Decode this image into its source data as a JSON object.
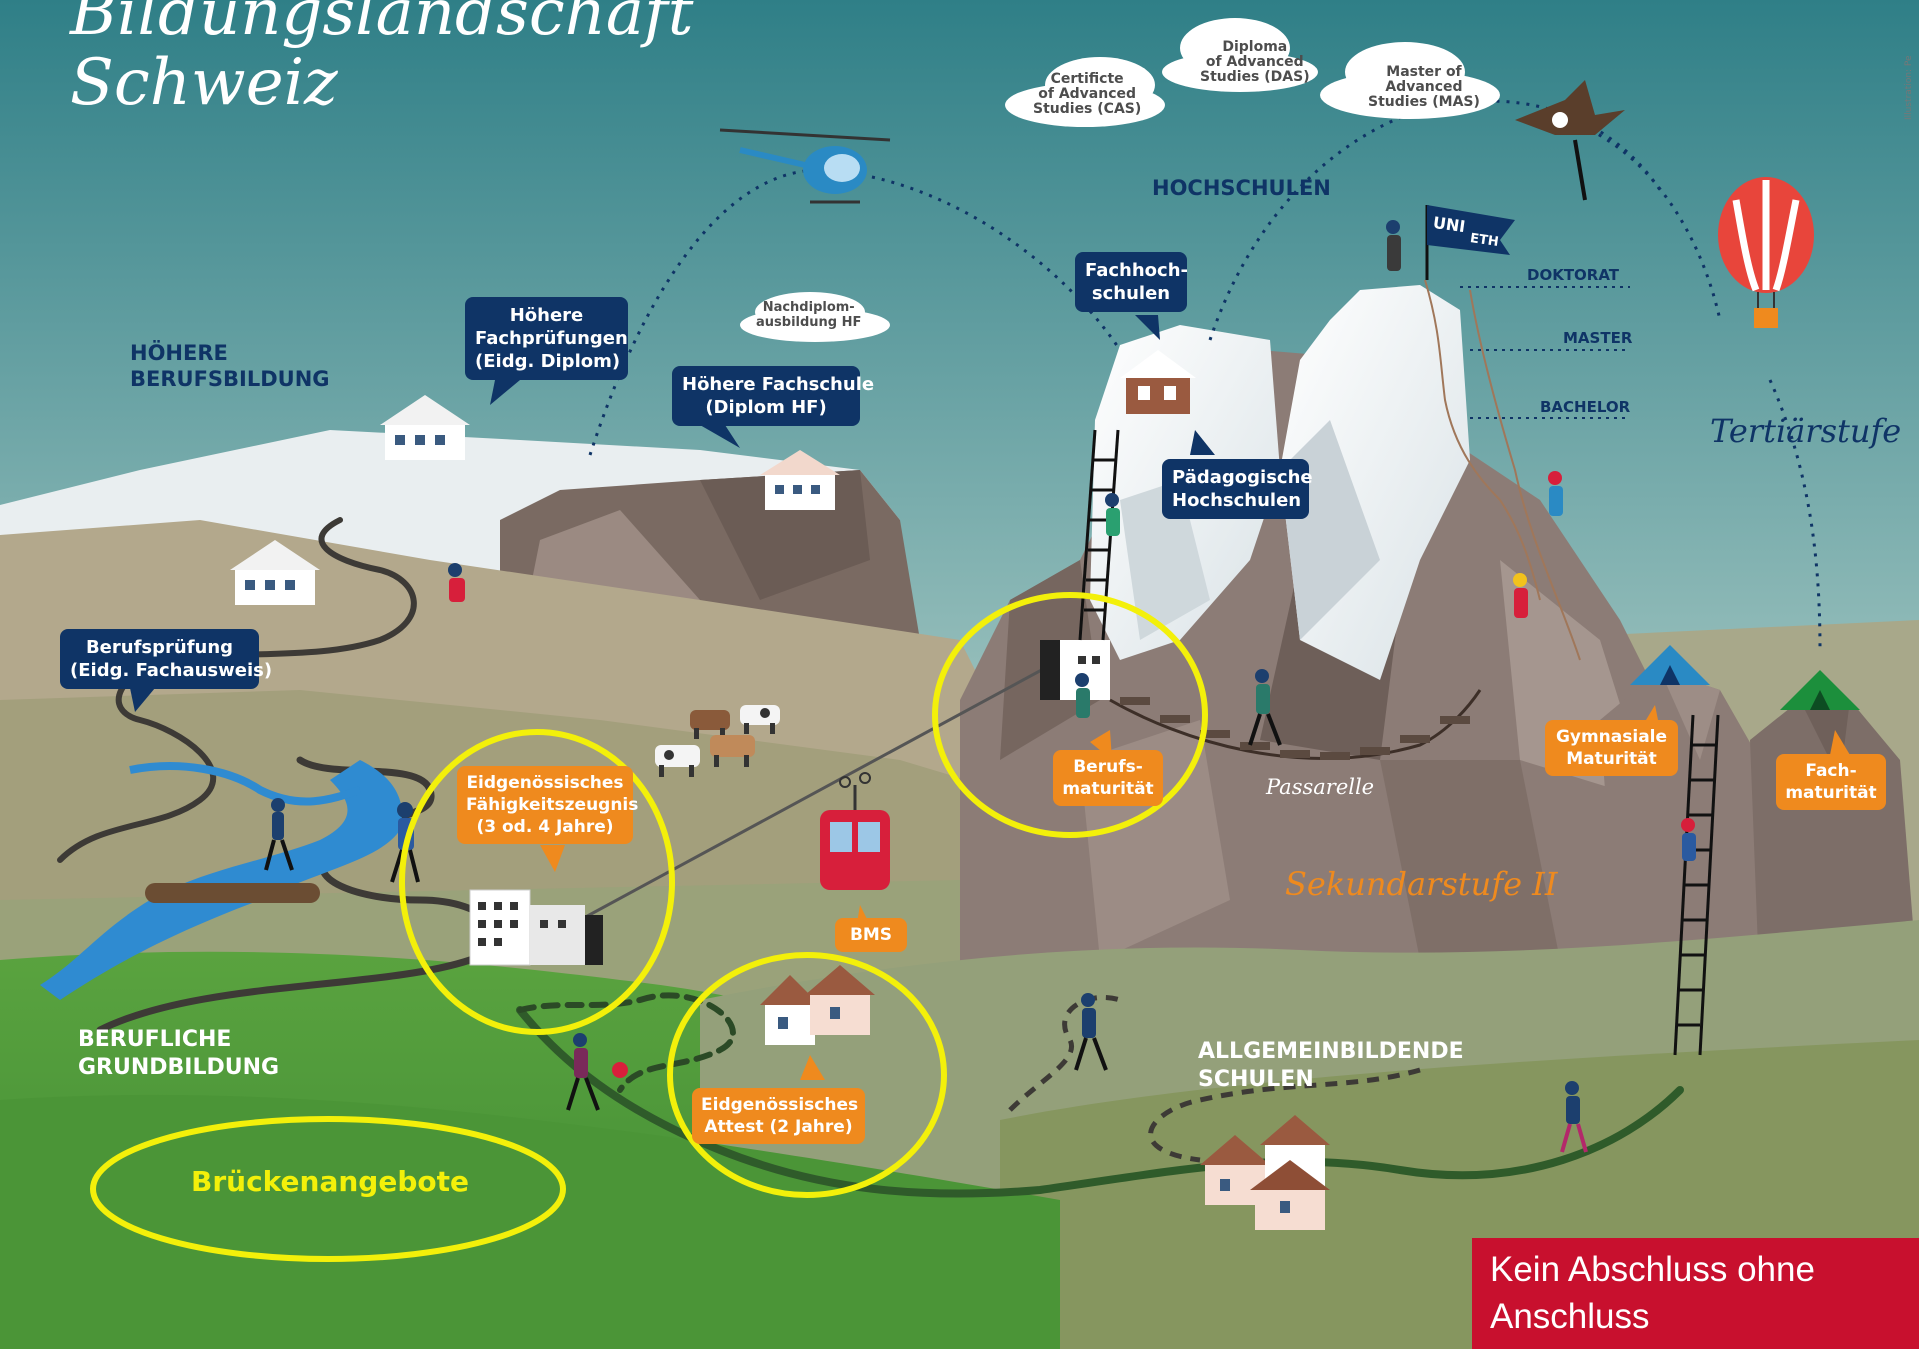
{
  "title": {
    "line1": "Bildungslandschaft",
    "line2": "Schweiz"
  },
  "credit": "Illustration: Pe",
  "clouds": {
    "cas": [
      "Certificte",
      "of Advanced",
      "Studies (CAS)"
    ],
    "das": [
      "Diploma",
      "of Advanced",
      "Studies (DAS)"
    ],
    "mas": [
      "Master of",
      "Advanced",
      "Studies (MAS)"
    ],
    "nachdiplom": [
      "Nachdiplom-",
      "ausbildung HF"
    ]
  },
  "sections": {
    "hochschulen": "HOCHSCHULEN",
    "hoehere": [
      "HÖHERE",
      "BERUFSBILDUNG"
    ],
    "berufliche": [
      "BERUFLICHE",
      "GRUNDBILDUNG"
    ],
    "allgemein": [
      "ALLGEMEINBILDENDE",
      "SCHULEN"
    ]
  },
  "stages": {
    "tertiaer": "Tertiärstufe",
    "sekundar": "Sekundarstufe II",
    "passarelle": "Passarelle"
  },
  "levels": {
    "doktorat": "DOKTORAT",
    "master": "MASTER",
    "bachelor": "BACHELOR"
  },
  "flag": {
    "uni": "UNI",
    "eth": "ETH"
  },
  "navy_boxes": {
    "fachprue": [
      "Höhere",
      "Fachprüfungen",
      "(Eidg. Diplom)"
    ],
    "fachschule": [
      "Höhere Fachschule",
      "(Diplom HF)"
    ],
    "berufspruefung": [
      "Berufsprüfung",
      "(Eidg. Fachausweis)"
    ],
    "fachhoch": [
      "Fachhoch-",
      "schulen"
    ],
    "paed": [
      "Pädagogische",
      "Hochschulen"
    ]
  },
  "orange_boxes": {
    "efz": [
      "Eidgenössisches",
      "Fähigkeitszeugnis",
      "(3 od. 4 Jahre)"
    ],
    "berufsmat": [
      "Berufs-",
      "maturität"
    ],
    "gymnasial": [
      "Gymnasiale",
      "Maturität"
    ],
    "fachmat": [
      "Fach-",
      "maturität"
    ],
    "bms": "BMS",
    "attest": [
      "Eidgenössisches",
      "Attest (2 Jahre)"
    ]
  },
  "bridge_label": "Brückenangebote",
  "slogan": [
    "Kein Abschluss ohne",
    "Anschluss"
  ],
  "colors": {
    "sky_top": "#2f7f87",
    "sky_bottom": "#c2d6cf",
    "navy": "#0f3466",
    "orange": "#ef8a1e",
    "highlight_yellow": "#f3f00a",
    "slogan_red": "#c8102e",
    "grass": "#4f9a39",
    "rock": "#8c7c76"
  },
  "icons": [
    "helicopter-icon",
    "eagle-icon",
    "hot-air-balloon-icon",
    "cable-car-icon",
    "ladder-icon",
    "tent-icon",
    "house-icon",
    "cow-icon",
    "hiker-icon",
    "climber-icon",
    "flag-icon"
  ]
}
